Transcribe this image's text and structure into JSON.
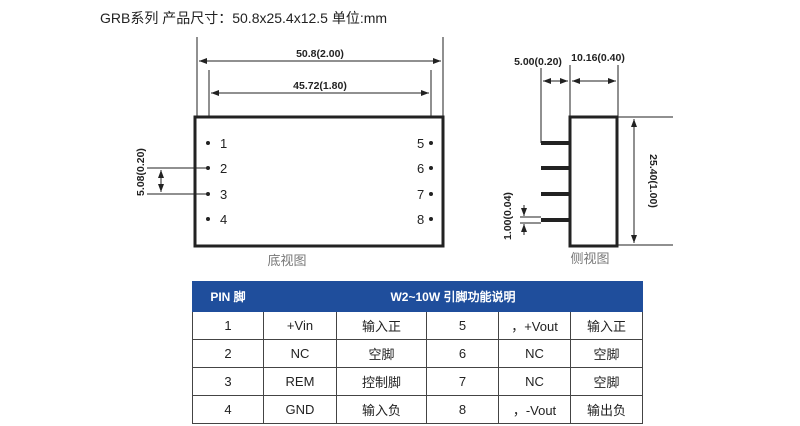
{
  "title": "GRB系列  产品尺寸：50.8x25.4x12.5    单位:mm",
  "bottom_view": {
    "dim_outer": "50.8(2.00)",
    "dim_inner": "45.72(1.80)",
    "dim_pitch": "5.08(0.20)",
    "pins_left": [
      "1",
      "2",
      "3",
      "4"
    ],
    "pins_right": [
      "5",
      "6",
      "7",
      "8"
    ],
    "caption": "底视图"
  },
  "side_view": {
    "dim_pin_len": "5.00(0.20)",
    "dim_depth": "10.16(0.40)",
    "dim_height": "25.40(1.00)",
    "dim_pin_dia": "1.00(0.04)",
    "caption": "侧视图"
  },
  "table": {
    "header": [
      "PIN 脚",
      "W2~10W 引脚功能说明"
    ],
    "rows": [
      [
        "1",
        "+Vin",
        "输入正",
        "5",
        "，+Vout",
        "输入正"
      ],
      [
        "2",
        "NC",
        "空脚",
        "6",
        "NC",
        "空脚"
      ],
      [
        "3",
        "REM",
        "控制脚",
        "7",
        "NC",
        "空脚"
      ],
      [
        "4",
        "GND",
        "输入负",
        "8",
        "，-Vout",
        "输出负"
      ]
    ]
  }
}
